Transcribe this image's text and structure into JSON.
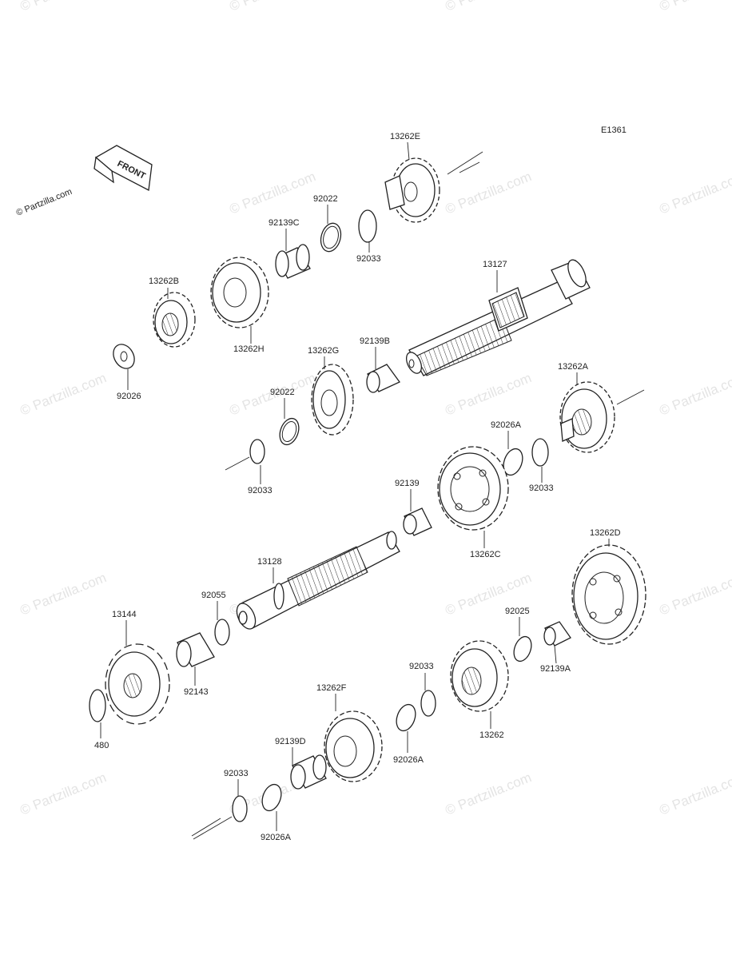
{
  "diagram_code": "E1361",
  "front_label": "FRONT",
  "watermark_text": "© Partzilla.com",
  "logo_text": "© Partzilla.com",
  "parts": [
    {
      "id": "13262e",
      "label": "13262E"
    },
    {
      "id": "92022a",
      "label": "92022"
    },
    {
      "id": "92139c",
      "label": "92139C"
    },
    {
      "id": "92033a",
      "label": "92033"
    },
    {
      "id": "13262b",
      "label": "13262B"
    },
    {
      "id": "13262h",
      "label": "13262H"
    },
    {
      "id": "13127",
      "label": "13127"
    },
    {
      "id": "92026",
      "label": "92026"
    },
    {
      "id": "13262g",
      "label": "13262G"
    },
    {
      "id": "92139b",
      "label": "92139B"
    },
    {
      "id": "92022b",
      "label": "92022"
    },
    {
      "id": "13262a",
      "label": "13262A"
    },
    {
      "id": "92026a1",
      "label": "92026A"
    },
    {
      "id": "92033b",
      "label": "92033"
    },
    {
      "id": "92033c",
      "label": "92033"
    },
    {
      "id": "92139",
      "label": "92139"
    },
    {
      "id": "13262c",
      "label": "13262C"
    },
    {
      "id": "13128",
      "label": "13128"
    },
    {
      "id": "92055",
      "label": "92055"
    },
    {
      "id": "13144",
      "label": "13144"
    },
    {
      "id": "13262d",
      "label": "13262D"
    },
    {
      "id": "92025",
      "label": "92025"
    },
    {
      "id": "92139a",
      "label": "92139A"
    },
    {
      "id": "92143",
      "label": "92143"
    },
    {
      "id": "92033d",
      "label": "92033"
    },
    {
      "id": "13262",
      "label": "13262"
    },
    {
      "id": "13262f",
      "label": "13262F"
    },
    {
      "id": "480",
      "label": "480"
    },
    {
      "id": "92139d",
      "label": "92139D"
    },
    {
      "id": "92026a2",
      "label": "92026A"
    },
    {
      "id": "92033e",
      "label": "92033"
    },
    {
      "id": "92026a3",
      "label": "92026A"
    }
  ]
}
